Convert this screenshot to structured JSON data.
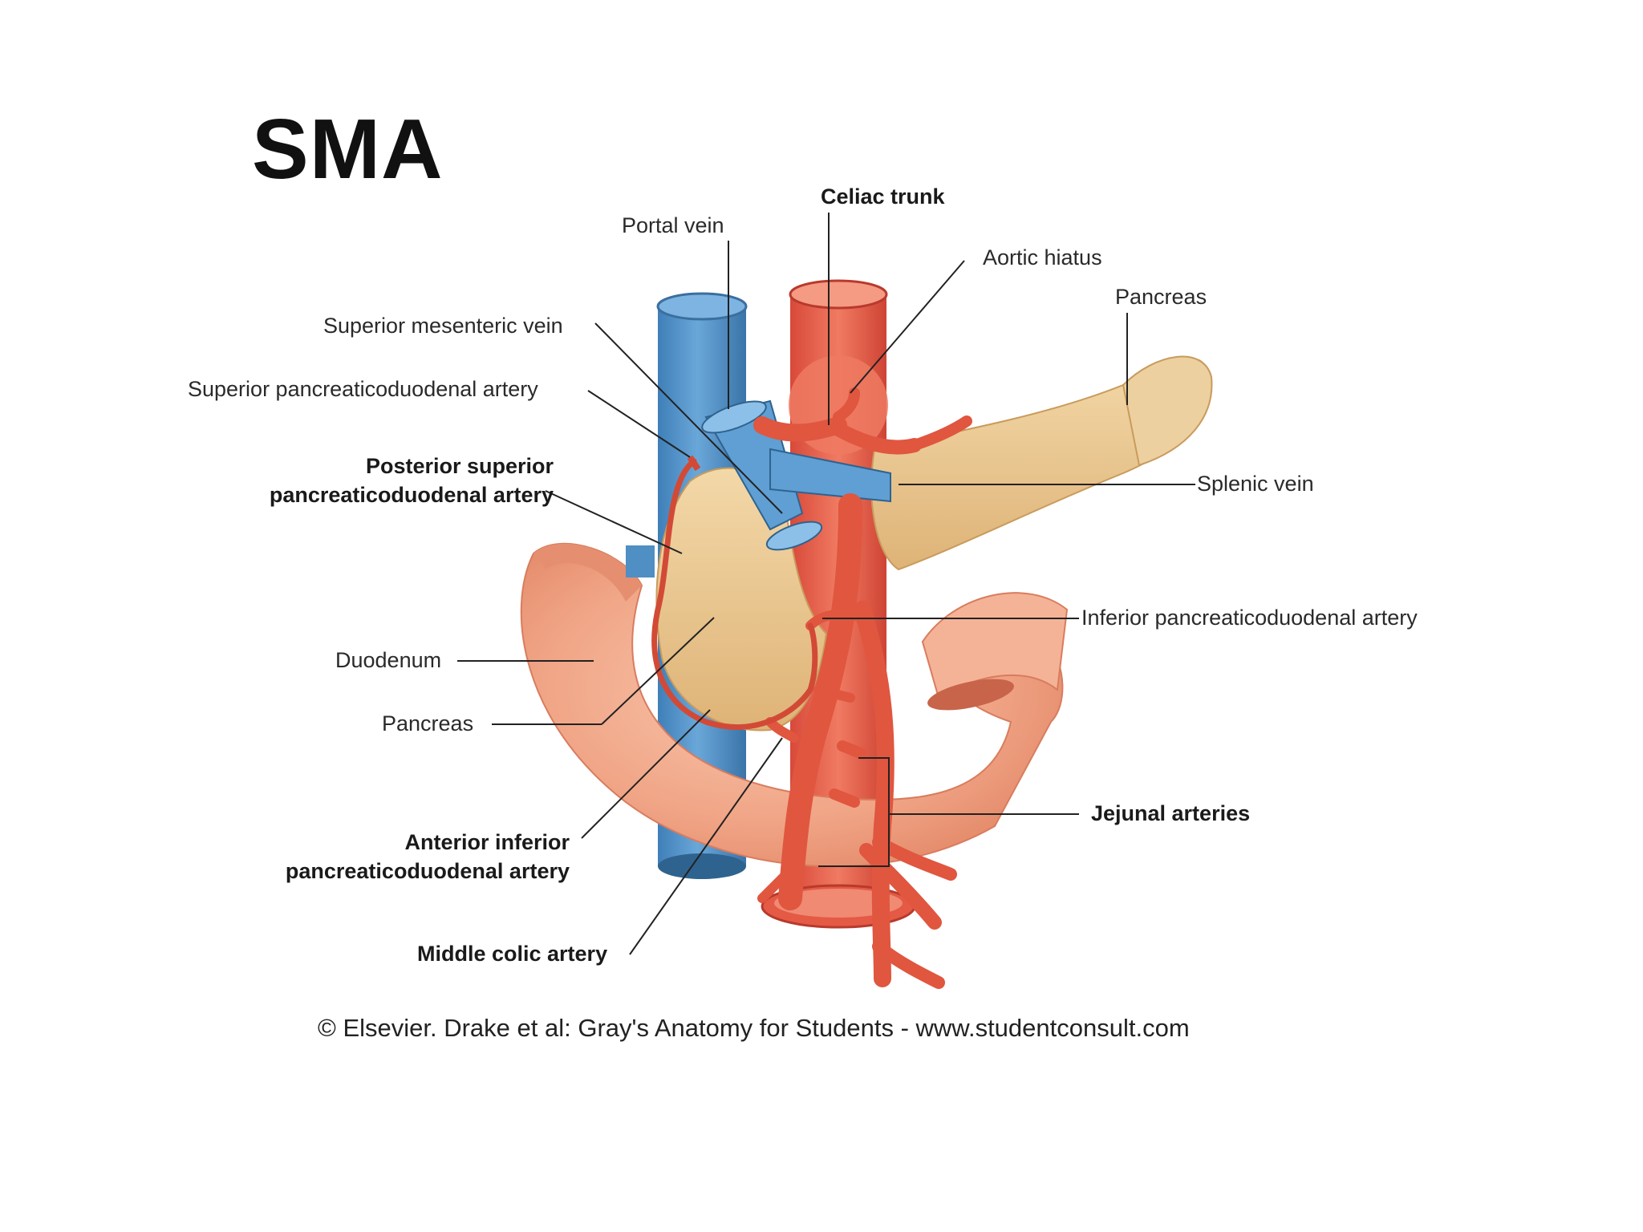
{
  "slide": {
    "title": "SMA"
  },
  "diagram": {
    "labels": {
      "celiac_trunk": "Celiac trunk",
      "portal_vein": "Portal vein",
      "aortic_hiatus": "Aortic hiatus",
      "pancreas_upper": "Pancreas",
      "superior_mesenteric_vein": "Superior mesenteric vein",
      "superior_pancreaticoduodenal_artery": "Superior pancreaticoduodenal artery",
      "posterior_superior_line1": "Posterior superior",
      "posterior_superior_line2": "pancreaticoduodenal artery",
      "splenic_vein": "Splenic vein",
      "inferior_pancreaticoduodenal_artery": "Inferior pancreaticoduodenal artery",
      "duodenum": "Duodenum",
      "pancreas_lower": "Pancreas",
      "jejunal_arteries": "Jejunal arteries",
      "anterior_inferior_line1": "Anterior inferior",
      "anterior_inferior_line2": "pancreaticoduodenal artery",
      "middle_colic_artery": "Middle colic artery"
    },
    "colors": {
      "vein": "#4f8fc4",
      "artery": "#e0563f",
      "pancreas": "#e8c48a",
      "duodenum": "#f0a583"
    }
  },
  "credit": "© Elsevier. Drake et al: Gray's Anatomy for Students - www.studentconsult.com"
}
